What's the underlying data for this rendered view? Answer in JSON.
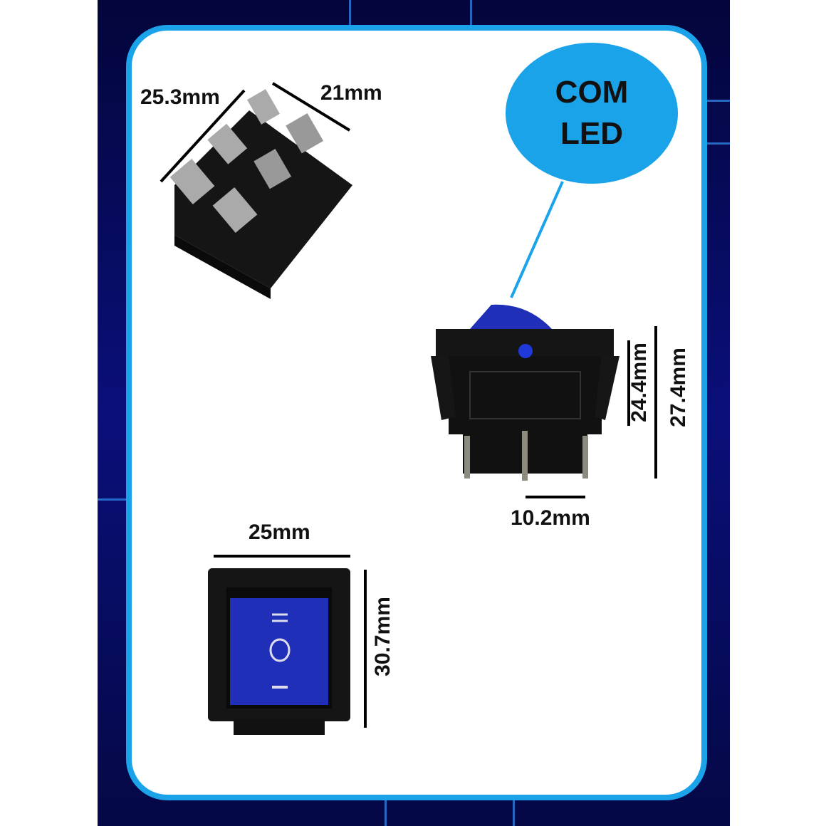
{
  "badge": {
    "line1": "COM",
    "line2": "LED"
  },
  "dimensions": {
    "top_length": "25.3mm",
    "top_width": "21mm",
    "side_height_inner": "24.4mm",
    "side_height_outer": "27.4mm",
    "side_pin_spacing": "10.2mm",
    "front_width": "25mm",
    "front_height": "30.7mm"
  },
  "colors": {
    "accent": "#1ba3ea",
    "background": "#06094f",
    "rocker": "#1f2fb8"
  }
}
